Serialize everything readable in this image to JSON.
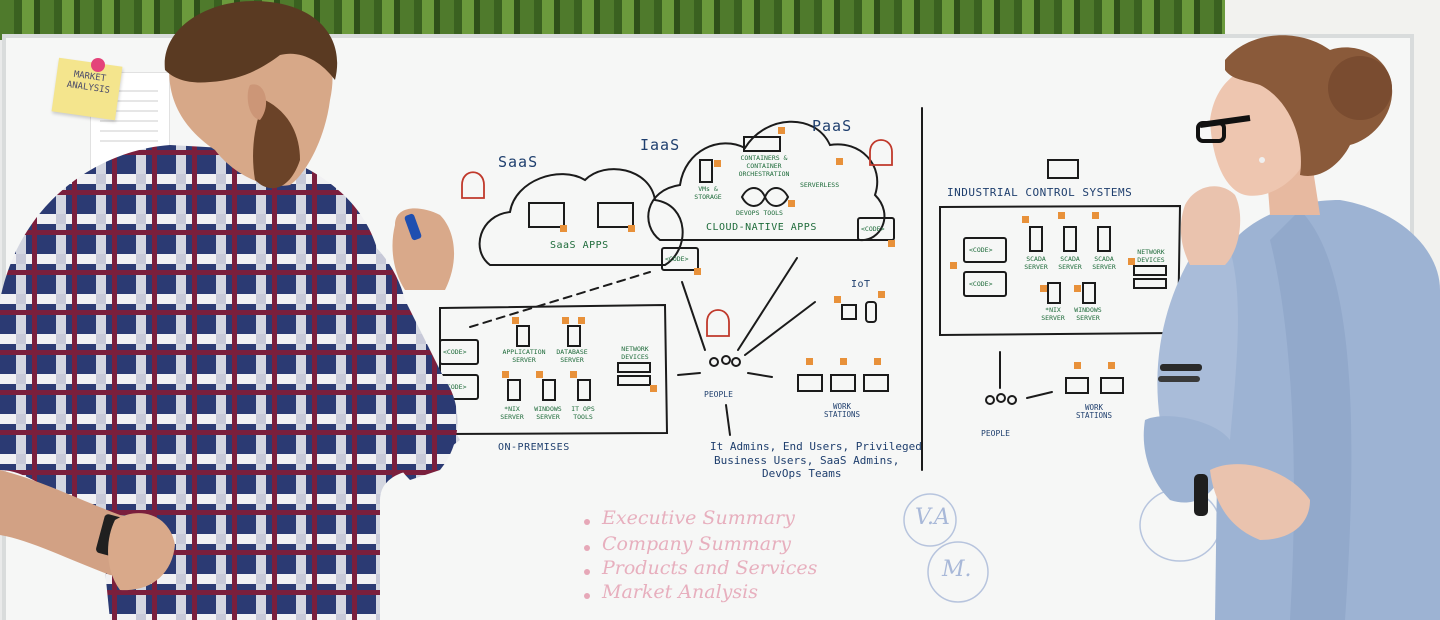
{
  "photo": {
    "sticky_note": "MARKET ANALYSIS",
    "diagram": {
      "saas": {
        "title": "SaaS",
        "apps": "SaaS APPS"
      },
      "iaas": {
        "title": "IaaS",
        "vm_storage": "VMs & STORAGE"
      },
      "paas": {
        "title": "PaaS",
        "containers": "CONTAINERS & CONTAINER ORCHESTRATION",
        "serverless": "SERVERLESS",
        "devops": "DEVOPS TOOLS",
        "cloud_native": "CLOUD-NATIVE APPS"
      },
      "code_label": "<CODE>",
      "on_premises": {
        "title": "ON-PREMISES",
        "application_server": "APPLICATION SERVER",
        "database_server": "DATABASE SERVER",
        "network_devices": "NETWORK DEVICES",
        "nix_server": "*NIX SERVER",
        "windows_server": "WINDOWS SERVER",
        "it_ops_tools": "IT OPS TOOLS"
      },
      "iot": "IoT",
      "people": "PEOPLE",
      "workstations": "WORK STATIONS",
      "people_caption": [
        "It Admins, End Users, Privileged",
        "Business Users, SaaS Admins,",
        "DevOps Teams"
      ],
      "ics": {
        "title": "INDUSTRIAL CONTROL SYSTEMS",
        "scada": "SCADA SERVER",
        "network_devices": "NETWORK DEVICES",
        "nix_server": "*NIX SERVER",
        "windows_server": "WINDOWS SERVER",
        "people": "PEOPLE",
        "workstations": "WORK STATIONS"
      }
    },
    "faint_writing": [
      "Executive Summary",
      "Company Summary",
      "Products and Services",
      "Market Analysis"
    ],
    "faint_circles": [
      "V.A",
      "M."
    ],
    "colors": {
      "ink_blue": "#1f3f6e",
      "ink_green": "#1e6b3a",
      "lock_orange": "#e8913a",
      "hacker_red": "#c0392b",
      "board": "#f6f7f6"
    }
  }
}
